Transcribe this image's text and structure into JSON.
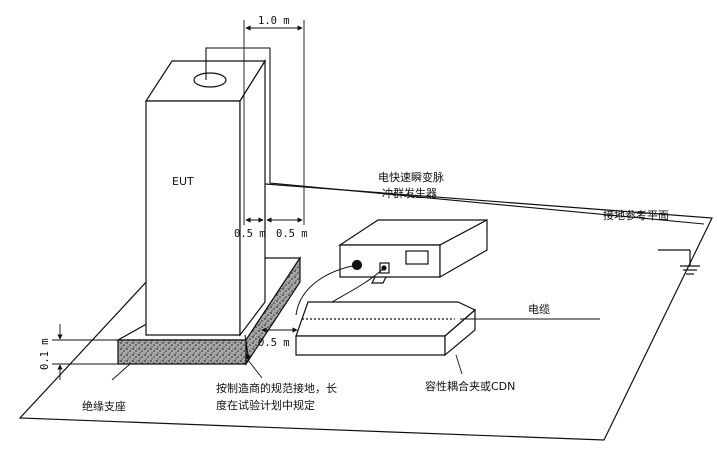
{
  "labels": {
    "eut": "EUT",
    "generator_line1": "电快速瞬变脉",
    "generator_line2": "冲群发生器",
    "ground_plane": "接地参考平面",
    "cable": "电缆",
    "clamp": "容性耦合夹或CDN",
    "insulating_support": "绝缘支座",
    "grounding_note_line1": "按制造商的规范接地，长",
    "grounding_note_line2": "度在试验计划中规定"
  },
  "dimensions": {
    "top_spacing": "1.0 m",
    "gap_left": "0.5 m",
    "gap_right": "0.5 m",
    "gap_bottom": "0.5 m",
    "height": "0.1 m"
  },
  "colors": {
    "line": "#111111",
    "support_fill": "#8a8a8a",
    "background": "#ffffff"
  },
  "icons": [
    "ground-symbol-icon"
  ]
}
